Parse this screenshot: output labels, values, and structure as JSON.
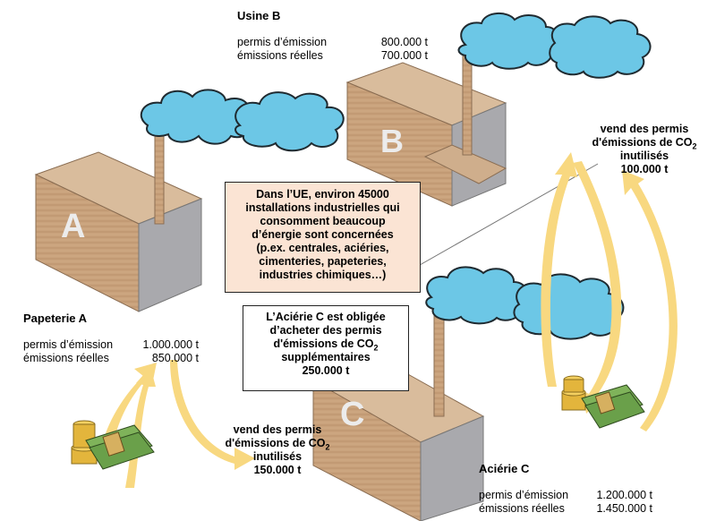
{
  "factories": {
    "a": {
      "letter": "A"
    },
    "b": {
      "letter": "B"
    },
    "c": {
      "letter": "C"
    }
  },
  "usine_b": {
    "title": "Usine B",
    "permits_label": "permis d’émission",
    "permits_value": "800.000 t",
    "emissions_label": "émissions réelles",
    "emissions_value": "700.000 t"
  },
  "papeterie_a": {
    "title": "Papeterie A",
    "permits_label": "permis d’émission",
    "permits_value": "1.000.000 t",
    "emissions_label": "émissions réelles",
    "emissions_value": "850.000 t"
  },
  "acierie_c": {
    "title": "Aciérie C",
    "permits_label": "permis d’émission",
    "permits_value": "1.200.000 t",
    "emissions_label": "émissions réelles",
    "emissions_value": "1.450.000 t"
  },
  "info_box": {
    "lines": [
      "Dans l’UE, environ 45000",
      "installations industrielles qui",
      "consomment beaucoup",
      "d’énergie sont concernées",
      "(p.ex. centrales, aciéries,",
      "cimenteries, papeteries,",
      "industries chimiques…)"
    ]
  },
  "c_box": {
    "line1": "L’Aciérie C est obligée",
    "line2": "d’acheter des permis",
    "line3_pre": "d'émissions  de CO",
    "line3_sub": "2",
    "line4": "supplémentaires",
    "line5": "250.000 t"
  },
  "sell_b": {
    "line1": "vend des permis",
    "line2_pre": "d'émissions  de CO",
    "line2_sub": "2",
    "line3": "inutilisés",
    "line4": "100.000 t"
  },
  "sell_a": {
    "line1": "vend des permis",
    "line2_pre": "d'émissions  de CO",
    "line2_sub": "2",
    "line3": "inutilisés",
    "line4": "150.000 t"
  },
  "colors": {
    "box_face": "#c9a27c",
    "box_side": "#a9a9ad",
    "cloud": "#6cc7e6",
    "arrow": "#f8d880",
    "info_bg": "#fbe4d4"
  }
}
